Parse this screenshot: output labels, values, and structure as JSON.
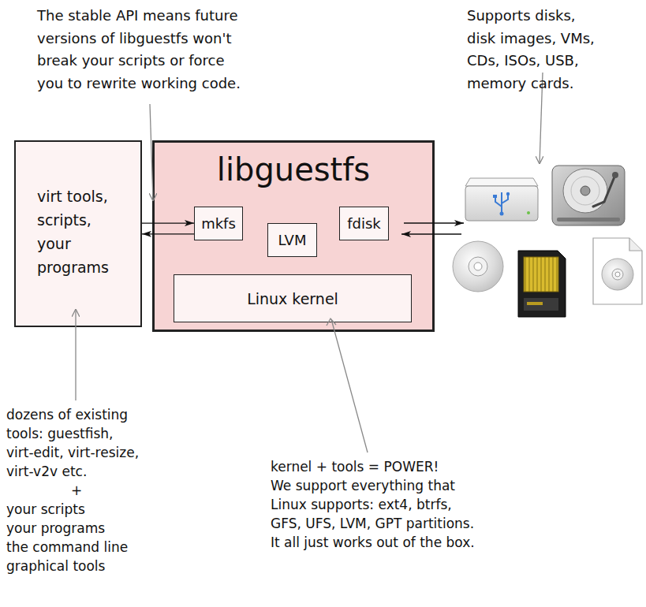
{
  "diagram": {
    "nodes": [
      {
        "text": [
          "virt tools, scripts, your programs"
        ]
      },
      {
        "text": [
          "libguestfs"
        ]
      },
      {
        "text": [
          "mkfs"
        ],
        "in": 1
      },
      {
        "text": [
          "LVM"
        ],
        "in": 1
      },
      {
        "text": [
          "fdisk"
        ],
        "in": 1
      },
      {
        "text": [
          "Linux kernel"
        ],
        "in": 1
      }
    ],
    "edges": [
      {
        "from": 0,
        "to": 2,
        "arrow": "to"
      },
      {
        "from": 2,
        "to": 0,
        "arrow": "to"
      }
    ],
    "labels": [
      "The stable API means future versions of libguestfs won't break your scripts or force you to rewrite working code.",
      "Supports disks, disk images, VMs, CDs, ISOs, USB, memory cards.",
      "dozens of existing tools: guestfish, virt-edit, virt-resize, virt-v2v etc.",
      "+",
      "your scripts your programs the command line graphical tools",
      "kernel + tools = POWER!",
      "We support everything that Linux supports: ext4, btrfs, GFS, UFS, LVM, GPT partitions. It all just works out of the box."
    ]
  }
}
